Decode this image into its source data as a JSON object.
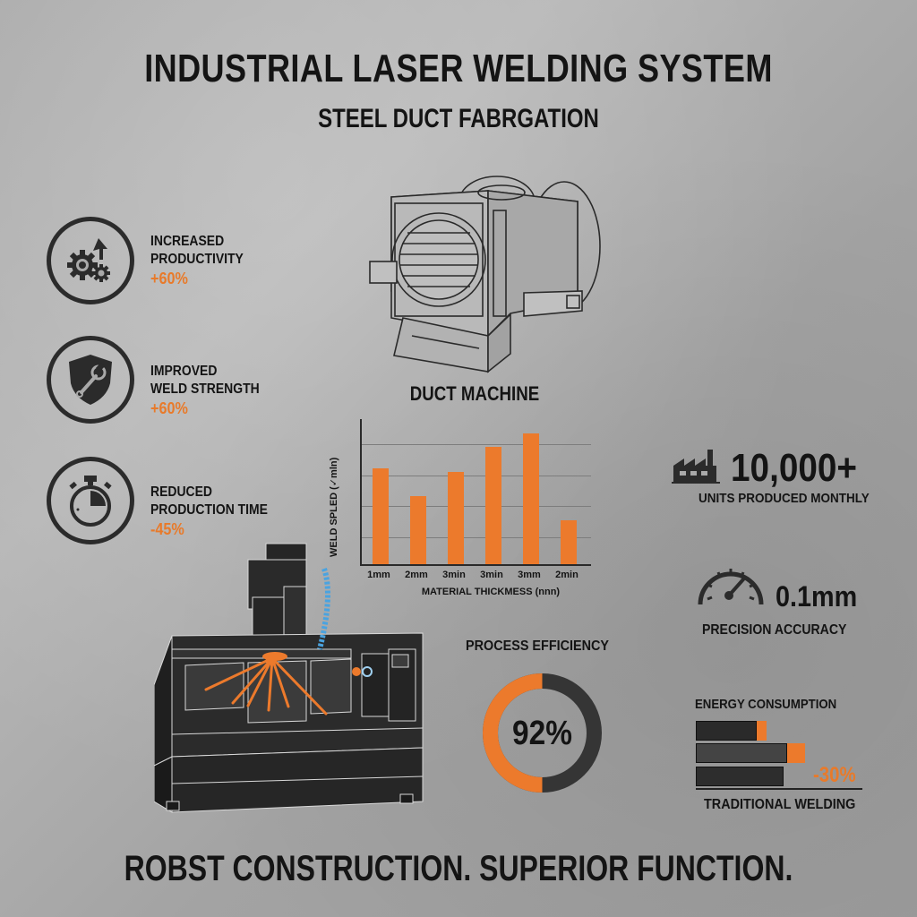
{
  "header": {
    "title": "INDUSTRIAL LASER WELDING SYSTEM",
    "subtitle": "STEEL DUCT FABRGATION"
  },
  "features": [
    {
      "icon": "gears-up-icon",
      "line1": "INCREASED",
      "line2": "PRODUCTIVITY",
      "value": "+60%"
    },
    {
      "icon": "shield-wrench-icon",
      "line1": "IMPROVED",
      "line2": "WELD STRENGTH",
      "value": "+60%"
    },
    {
      "icon": "stopwatch-icon",
      "line1": "REDUCED",
      "line2": "PRODUCTION TIME",
      "value": "-45%"
    }
  ],
  "duct": {
    "label": "DUCT MACHINE"
  },
  "chart_data": {
    "type": "bar",
    "title": "",
    "categories": [
      "1mm",
      "2mm",
      "3min",
      "3min",
      "3mm",
      "2min"
    ],
    "values": [
      3.1,
      2.2,
      3.0,
      3.8,
      4.25,
      1.4
    ],
    "xlabel": "MATERIAL THICKMESS (nnn)",
    "ylabel": "WELD SPLED (✓mln)",
    "ylim": [
      0,
      5
    ],
    "grid": true,
    "color": "#ec7a2c",
    "legend": null
  },
  "stats": {
    "units": {
      "icon": "factory-icon",
      "value": "10,000+",
      "label": "UNITS PRODUCED MONTHLY"
    },
    "precision": {
      "icon": "gauge-icon",
      "value": "0.1mm",
      "label": "PRECISION ACCURACY"
    }
  },
  "efficiency": {
    "title": "PROCESS EFFICIENCY",
    "value": "92%",
    "percent": 92
  },
  "energy": {
    "title": "ENERGY CONSUMPTION",
    "bars": [
      {
        "dark": 68,
        "orange": 10,
        "shade": "#2a2a2a"
      },
      {
        "dark": 100,
        "orange": 20,
        "shade": "#444444"
      },
      {
        "dark": 97,
        "orange": 0,
        "shade": "#2d2d2d"
      }
    ],
    "reduction": "-30%",
    "label": "TRADITIONAL WELDING"
  },
  "footer": {
    "tagline": "ROBST CONSTRUCTION. SUPERIOR FUNCTION."
  },
  "colors": {
    "accent": "#ec7a2c",
    "ink": "#141414",
    "dark": "#2b2b2b",
    "background": "#a9a9a9"
  }
}
